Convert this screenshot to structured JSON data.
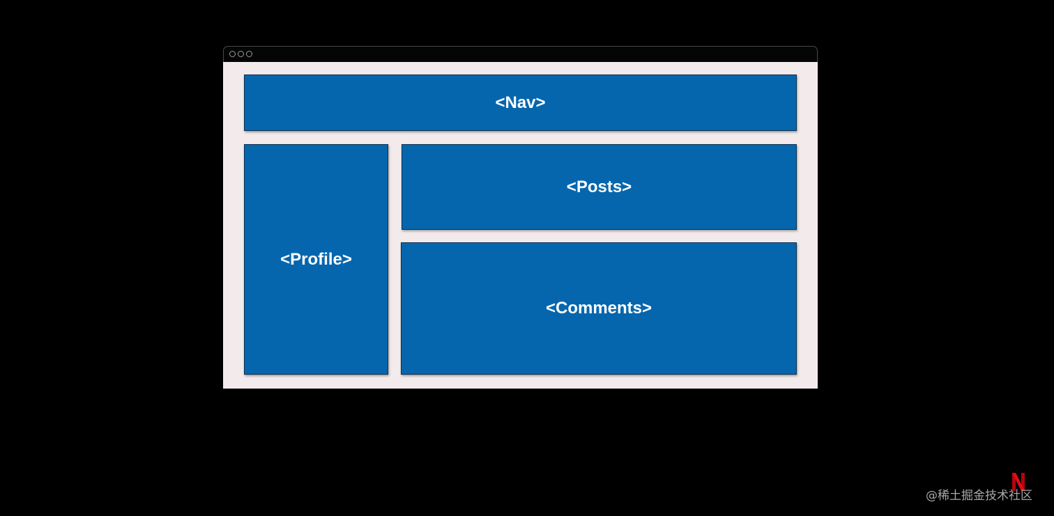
{
  "diagram": {
    "nav_label": "<Nav>",
    "profile_label": "<Profile>",
    "posts_label": "<Posts>",
    "comments_label": "<Comments>"
  },
  "colors": {
    "background": "#000000",
    "window_content": "#f3ebeb",
    "block_fill": "#0566ae",
    "block_text": "#ffffff",
    "logo_red": "#e50914"
  },
  "watermark": {
    "text": "@稀土掘金技术社区",
    "logo_icon": "netflix-n-logo"
  }
}
